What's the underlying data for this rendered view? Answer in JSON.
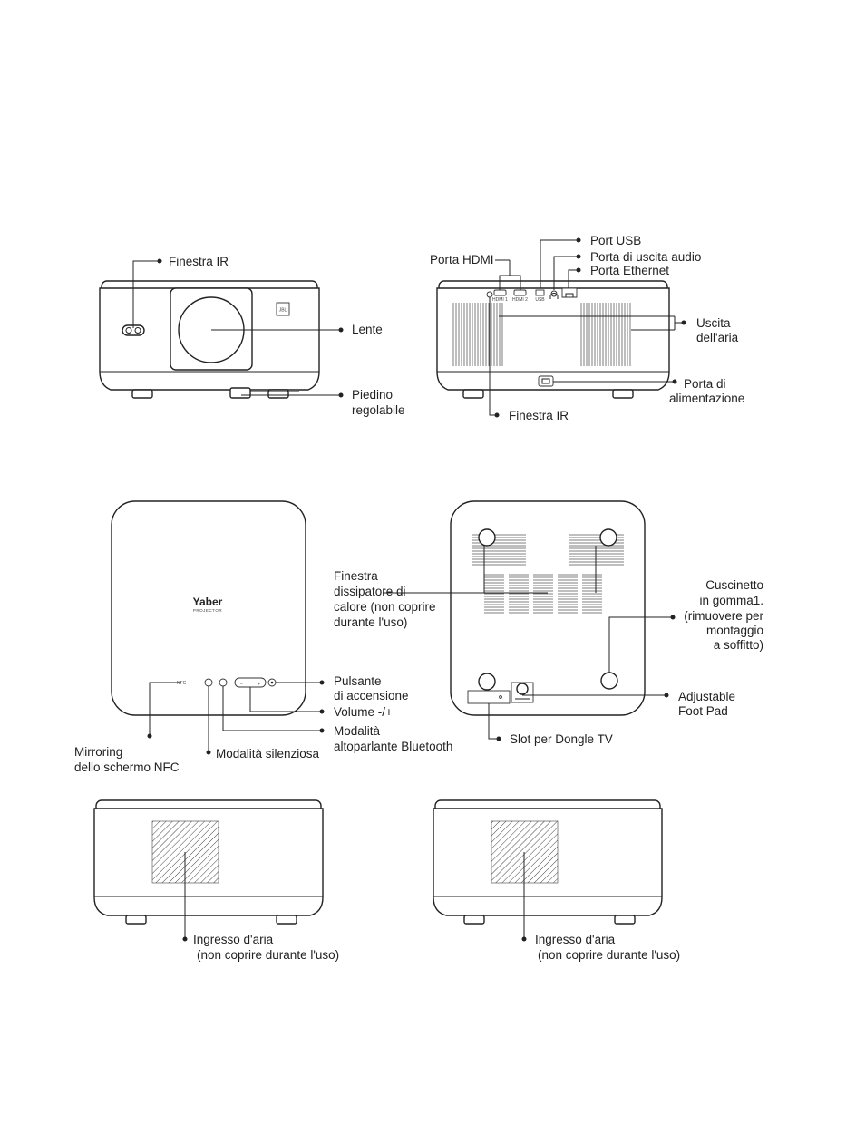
{
  "front_view": {
    "labels": {
      "ir_window": "Finestra IR",
      "lens": "Lente",
      "adjustable_foot": [
        "Piedino",
        "regolabile"
      ]
    },
    "badge": "JBL"
  },
  "rear_view": {
    "labels": {
      "hdmi_port": "Porta HDMI",
      "usb_port": "Port USB",
      "audio_out": "Porta di uscita audio",
      "ethernet": "Porta Ethernet",
      "air_outlet": [
        "Uscita",
        "dell'aria"
      ],
      "power_port": [
        "Porta di",
        "alimentazione"
      ],
      "ir_window": "Finestra IR"
    },
    "port_tags": {
      "hdmi1": "HDMI 1",
      "hdmi2": "HDMI 2",
      "usb": "USB"
    }
  },
  "top_view": {
    "brand": "Yaber",
    "brand_sub": "PROJECTOR",
    "nfc_tag": "NFC",
    "labels": {
      "power_button": [
        "Pulsante",
        "di accensione"
      ],
      "volume": "Volume -/+",
      "bt_speaker_mode": [
        "Modalità",
        "altoparlante Bluetooth"
      ],
      "silent_mode": "Modalità silenziosa",
      "nfc_mirroring": [
        "Mirroring",
        "dello schermo NFC"
      ]
    }
  },
  "bottom_view": {
    "labels": {
      "heat_sink": [
        "Finestra",
        "dissipatore di",
        "calore (non coprire",
        "durante l'uso)"
      ],
      "rubber_pad": [
        "Cuscinetto",
        "in gomma1.",
        "(rimuovere per",
        "montaggio",
        "a soffitto)"
      ],
      "adjustable_foot_pad": [
        "Adjustable",
        "Foot Pad"
      ],
      "dongle_slot": "Slot per Dongle TV"
    }
  },
  "side_left": {
    "labels": {
      "air_inlet": [
        "Ingresso d'aria",
        "(non coprire durante l'uso)"
      ]
    }
  },
  "side_right": {
    "labels": {
      "air_inlet": [
        "Ingresso d'aria",
        "(non coprire durante l'uso)"
      ]
    }
  }
}
